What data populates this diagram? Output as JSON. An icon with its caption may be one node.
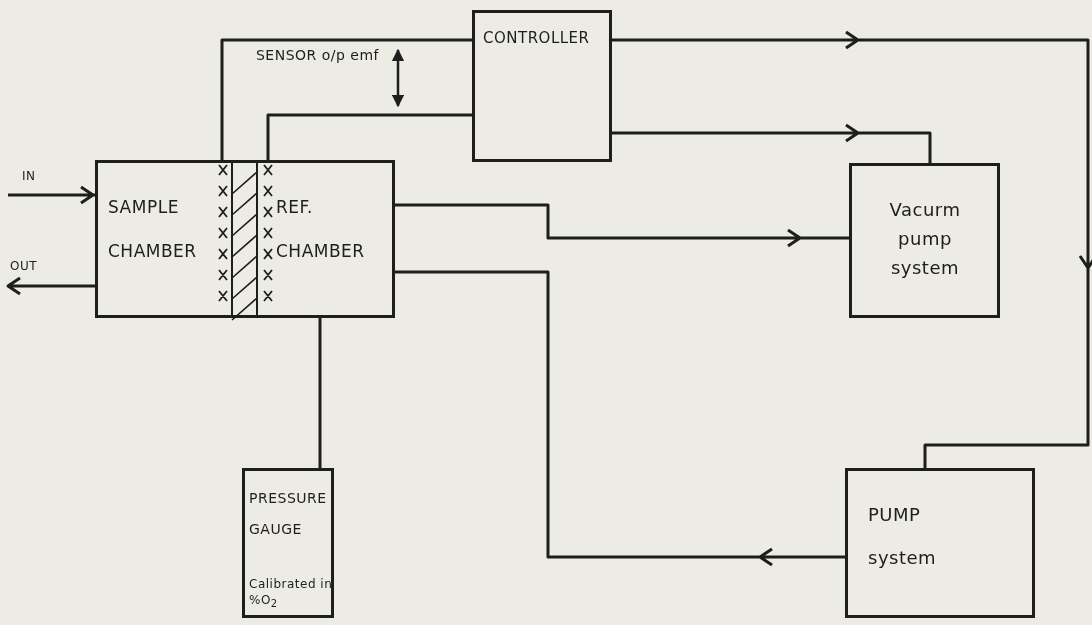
{
  "diagram": {
    "nodes": [
      {
        "text": [
          "SAMPLE CHAMBER",
          "REF. CHAMBER"
        ]
      },
      {
        "text": [
          "CONTROLLER"
        ]
      },
      {
        "text": [
          "Vacurm pump system"
        ]
      },
      {
        "text": [
          "PUMP system"
        ]
      },
      {
        "text": [
          "PRESSURE GAUGE",
          "Calibrated in %O$_{2}$"
        ]
      }
    ],
    "edges": [
      {
        "from": null,
        "to": 0,
        "arrow": "to",
        "label": "IN"
      },
      {
        "from": 0,
        "to": null,
        "arrow": "to",
        "label": "OUT"
      },
      {
        "from": 0,
        "to": 1,
        "arrow": "none"
      },
      {
        "from": 0,
        "to": 1,
        "arrow": "none"
      },
      {
        "from": 1,
        "to": 3,
        "arrow": "to"
      },
      {
        "from": 1,
        "to": 2,
        "arrow": "to"
      },
      {
        "from": 0,
        "to": 2,
        "arrow": "to"
      },
      {
        "from": 3,
        "to": 0,
        "arrow": "to"
      },
      {
        "from": 0,
        "to": 4,
        "arrow": "none"
      }
    ],
    "labels": [
      "SENSOR o/p emf"
    ]
  }
}
